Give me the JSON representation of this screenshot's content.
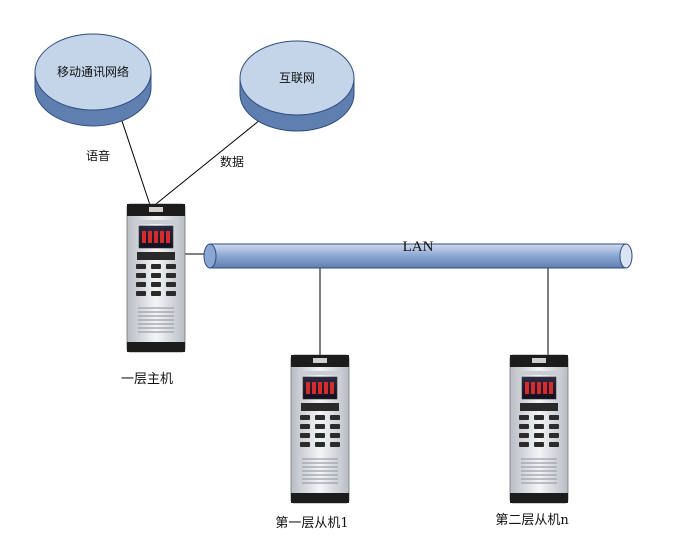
{
  "clouds": {
    "mobile_network": "移动通讯网络",
    "internet": "互联网"
  },
  "links": {
    "voice": "语音",
    "data": "数据"
  },
  "bus": {
    "label": "LAN"
  },
  "devices": {
    "master": "一层主机",
    "slave1": "第一层从机1",
    "slaven": "第二层从机n"
  },
  "colors": {
    "cloud_top": "#c4d5ea",
    "cloud_side": "#5e7fb0",
    "bus_fill": "#8aa6d2",
    "device_body": "#e6e8ec",
    "device_screen": "#1a1a2e"
  }
}
